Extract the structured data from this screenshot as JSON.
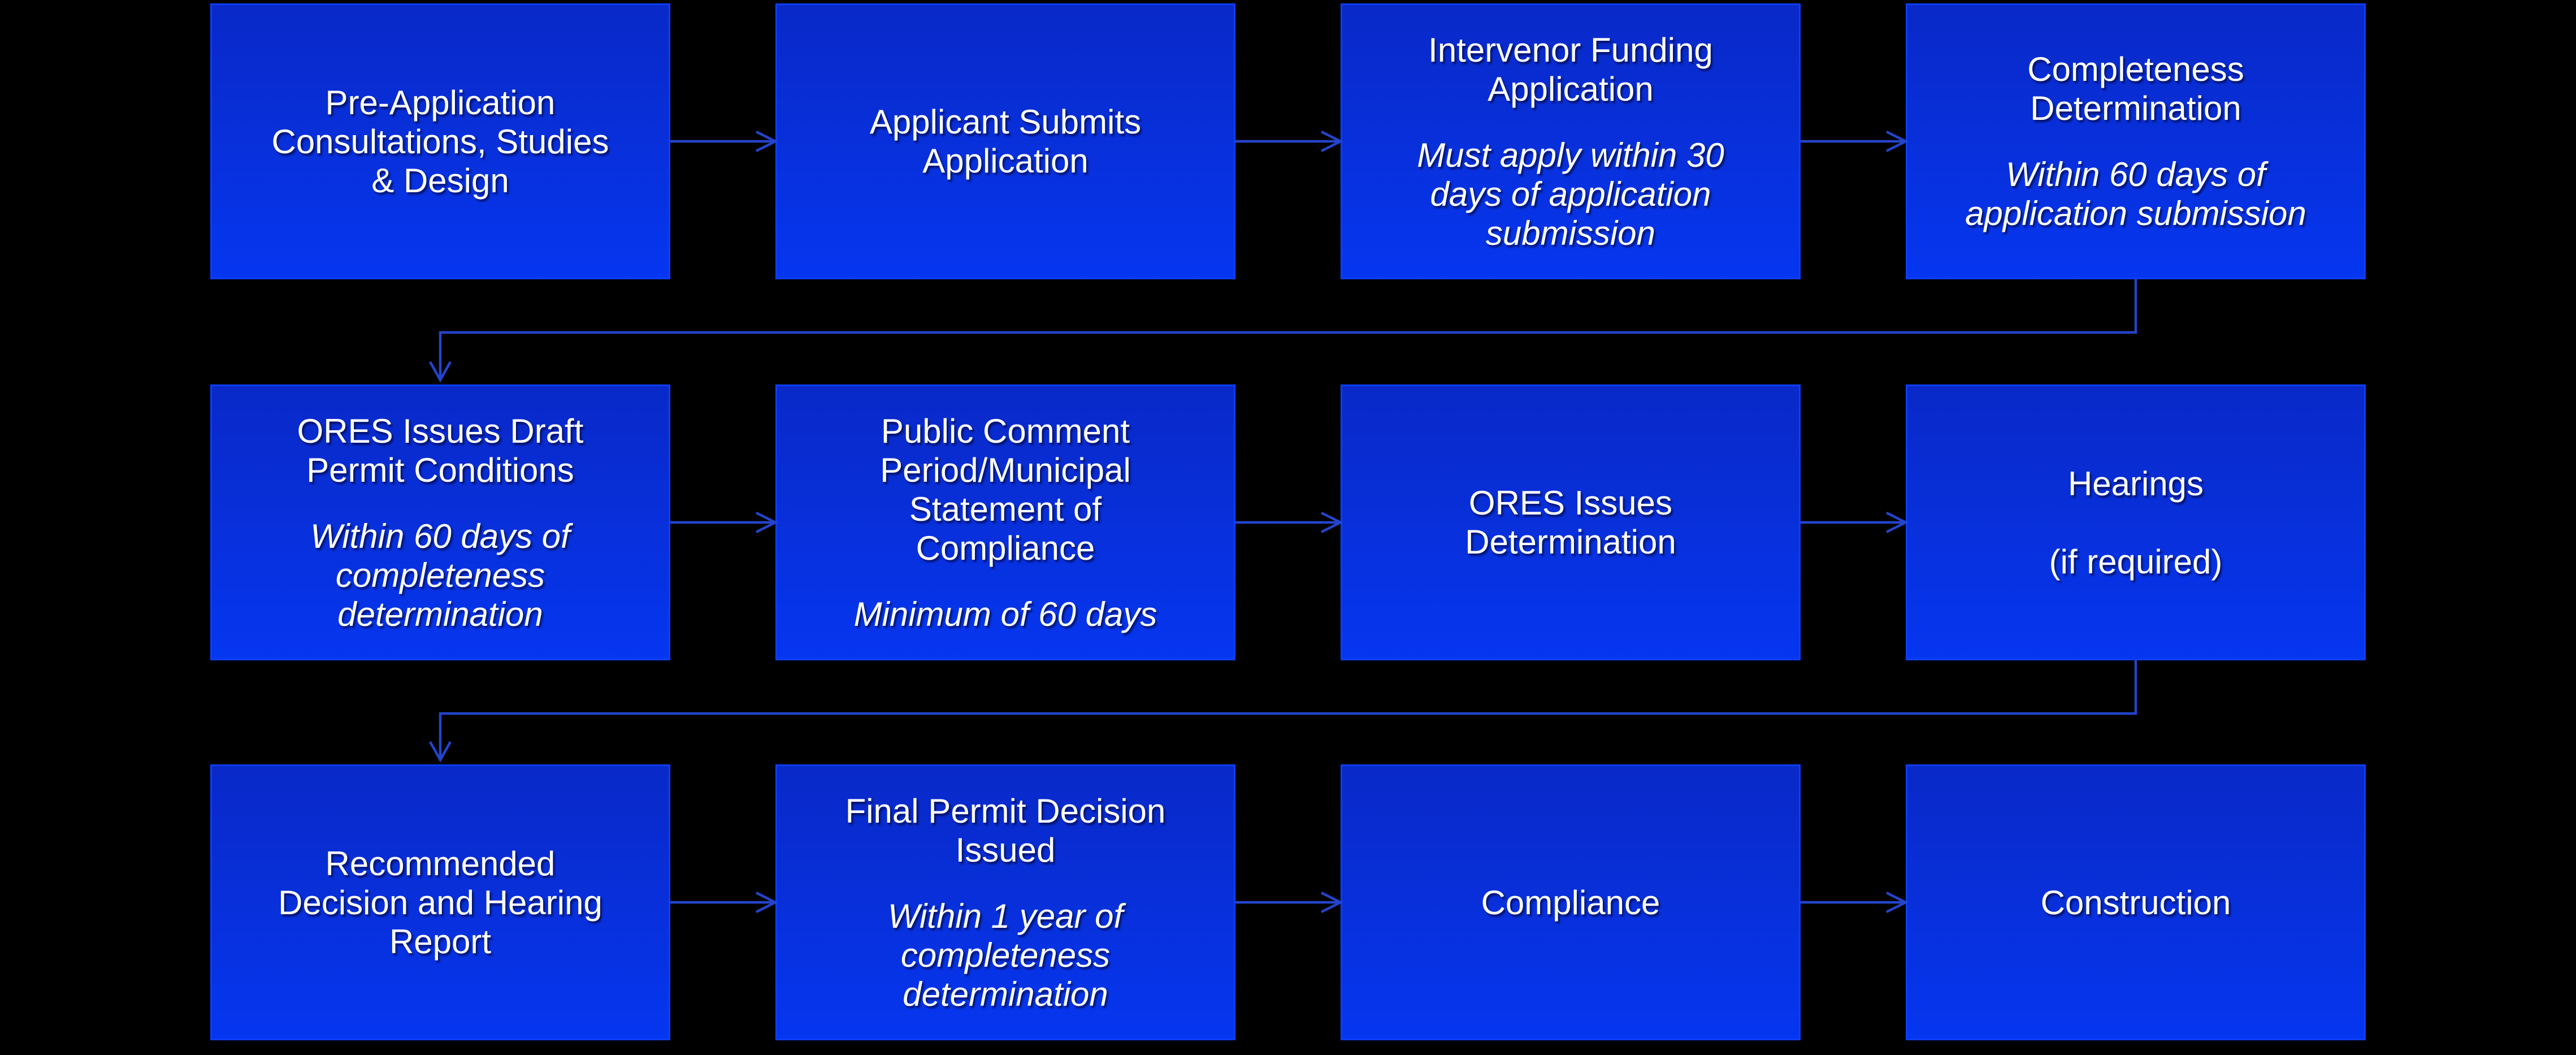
{
  "page": {
    "background": "#000000"
  },
  "colors": {
    "box_fill_top": "#0929C8",
    "box_fill_bottom": "#0536F0",
    "box_border": "#0C3EF8",
    "arrow": "#2444CC",
    "text": "#FFFFFF"
  },
  "flowchart": {
    "rows": [
      {
        "boxes": [
          {
            "title": "Pre-Application\nConsultations, Studies\n& Design",
            "note": ""
          },
          {
            "title": "Applicant Submits\nApplication",
            "note": ""
          },
          {
            "title": "Intervenor Funding\nApplication",
            "note": "Must apply within 30\ndays of application\nsubmission"
          },
          {
            "title": "Completeness\nDetermination",
            "note": "Within 60 days of\napplication submission"
          }
        ]
      },
      {
        "boxes": [
          {
            "title": "ORES Issues Draft\nPermit Conditions",
            "note": "Within 60 days of\ncompleteness\ndetermination"
          },
          {
            "title": "Public Comment\nPeriod/Municipal\nStatement of\nCompliance",
            "note": "Minimum of 60 days"
          },
          {
            "title": "ORES Issues\nDetermination",
            "note": ""
          },
          {
            "title": "Hearings\n\n(if required)",
            "note": ""
          }
        ]
      },
      {
        "boxes": [
          {
            "title": "Recommended\nDecision and Hearing\nReport",
            "note": ""
          },
          {
            "title": "Final Permit Decision\nIssued",
            "note": "Within 1 year of\ncompleteness\ndetermination"
          },
          {
            "title": "Compliance",
            "note": ""
          },
          {
            "title": "Construction",
            "note": ""
          }
        ]
      }
    ]
  }
}
